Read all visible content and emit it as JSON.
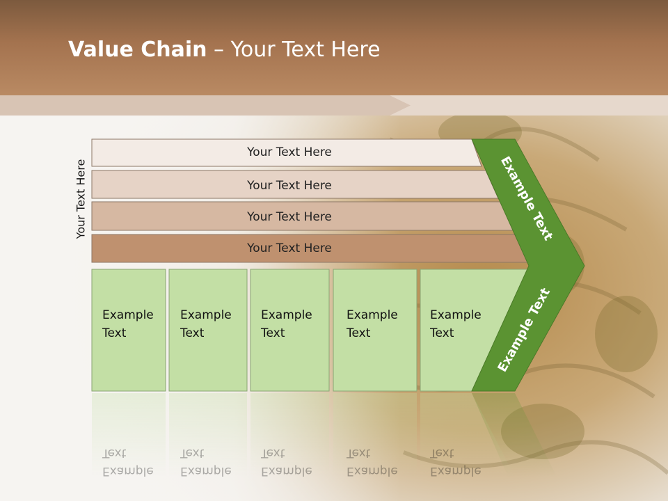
{
  "title": {
    "bold": "Value Chain",
    "rest": " – Your Text Here"
  },
  "side_label": "Your Text Here",
  "bars": [
    "Your Text Here",
    "Your Text Here",
    "Your Text Here",
    "Your Text Here"
  ],
  "boxes": [
    {
      "line1": "Example",
      "line2": "Text"
    },
    {
      "line1": "Example",
      "line2": "Text"
    },
    {
      "line1": "Example",
      "line2": "Text"
    },
    {
      "line1": "Example",
      "line2": "Text"
    },
    {
      "line1": "Example",
      "line2": "Text"
    }
  ],
  "chevron_upper": "Example Text",
  "chevron_lower": "Example Text",
  "colors": {
    "bar_fills": [
      "#f3ebe5",
      "#e6d3c6",
      "#d6b8a2",
      "#bf916f"
    ],
    "box_fill": "#c3dfa5",
    "chevron_fill": "#5b9332",
    "header": "#a4734f"
  }
}
